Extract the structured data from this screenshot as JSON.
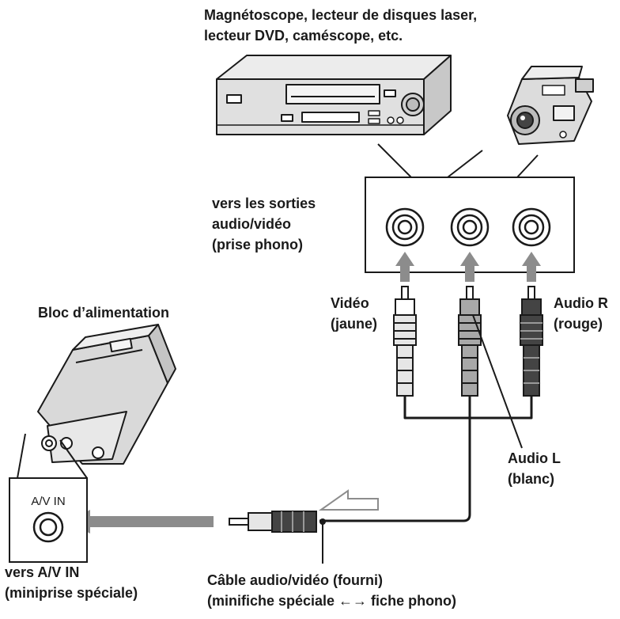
{
  "source_devices": {
    "line1": "Magnétoscope, lecteur de disques laser,",
    "line2": "lecteur DVD, caméscope, etc."
  },
  "outputs_label": {
    "line1": "vers les sorties",
    "line2": "audio/vidéo",
    "line3": "(prise phono)"
  },
  "power_supply_label": "Bloc d’alimentation",
  "video_plug": {
    "line1": "Vidéo",
    "line2": "(jaune)"
  },
  "audio_r_plug": {
    "line1": "Audio R",
    "line2": "(rouge)"
  },
  "audio_l_plug": {
    "line1": "Audio L",
    "line2": "(blanc)"
  },
  "av_in_panel_text": "A/V IN",
  "av_in_label": {
    "line1": "vers A/V IN",
    "line2": "(miniprise spéciale)"
  },
  "cable_label": {
    "line1": "Câble audio/vidéo (fourni)",
    "line2": "(minifiche spéciale ←→ fiche phono)"
  },
  "colors": {
    "ink": "#1a1a1a",
    "arrow": "#8c8c8c",
    "device_fill": "#d9d9d9",
    "plug_dark": "#444444"
  }
}
